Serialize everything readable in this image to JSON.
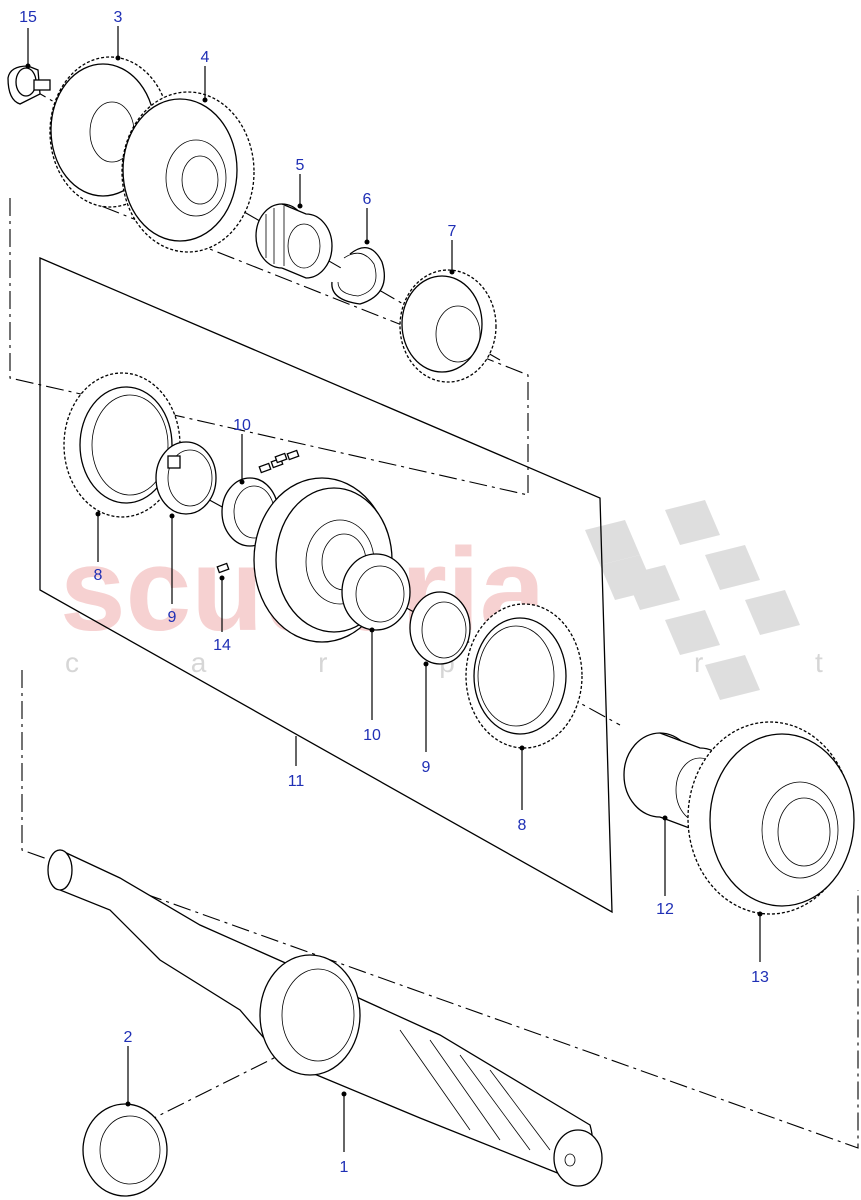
{
  "watermark": {
    "brand": "scuderia",
    "tagline": "c a r   p a r t s"
  },
  "callouts": [
    {
      "id": "c15",
      "label": "15"
    },
    {
      "id": "c3",
      "label": "3"
    },
    {
      "id": "c4",
      "label": "4"
    },
    {
      "id": "c5",
      "label": "5"
    },
    {
      "id": "c6",
      "label": "6"
    },
    {
      "id": "c7",
      "label": "7"
    },
    {
      "id": "c10a",
      "label": "10"
    },
    {
      "id": "c8a",
      "label": "8"
    },
    {
      "id": "c9a",
      "label": "9"
    },
    {
      "id": "c14",
      "label": "14"
    },
    {
      "id": "c10b",
      "label": "10"
    },
    {
      "id": "c9b",
      "label": "9"
    },
    {
      "id": "c8b",
      "label": "8"
    },
    {
      "id": "c11",
      "label": "11"
    },
    {
      "id": "c12",
      "label": "12"
    },
    {
      "id": "c13",
      "label": "13"
    },
    {
      "id": "c2",
      "label": "2"
    },
    {
      "id": "c1",
      "label": "1"
    }
  ]
}
